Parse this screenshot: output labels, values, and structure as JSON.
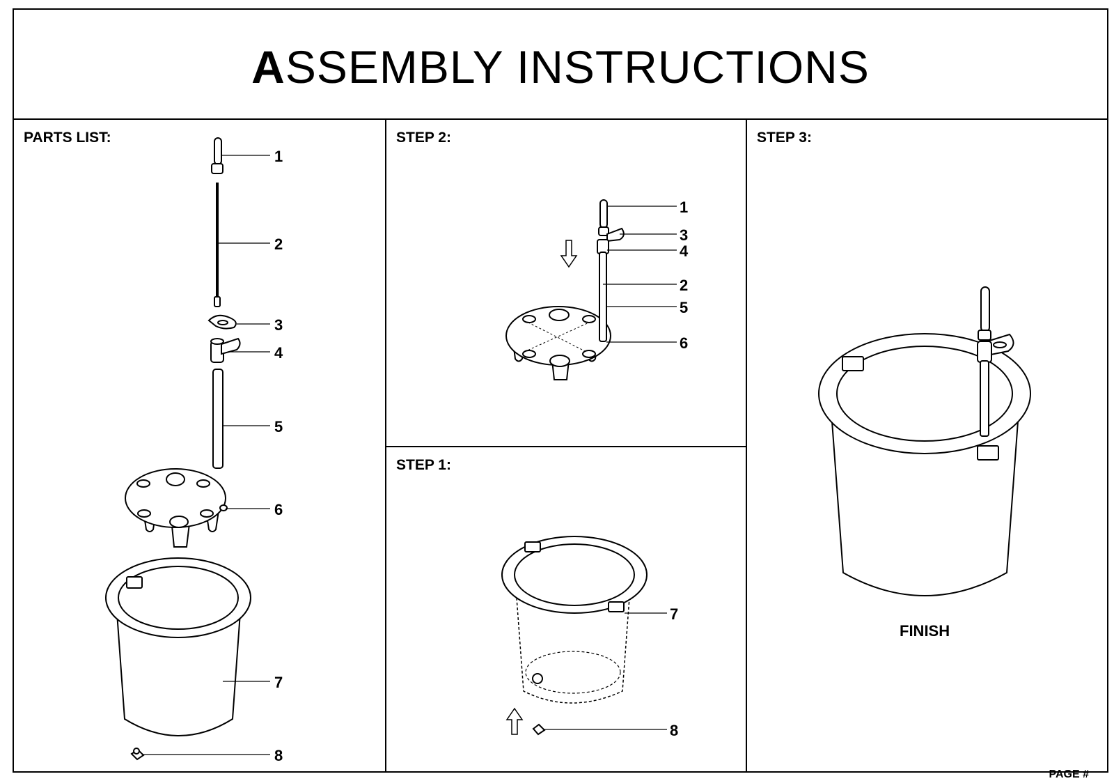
{
  "header": {
    "title_first": "A",
    "title_rest": "SSEMBLY INSTRUCTIONS"
  },
  "panels": {
    "parts": {
      "label": "PARTS LIST:"
    },
    "step2": {
      "label": "STEP 2:"
    },
    "step1": {
      "label": "STEP 1:"
    },
    "step3": {
      "label": "STEP 3:",
      "finish": "FINISH"
    }
  },
  "callouts": {
    "parts": [
      "1",
      "2",
      "3",
      "4",
      "5",
      "6",
      "7",
      "8"
    ],
    "step2": [
      "1",
      "3",
      "4",
      "2",
      "5",
      "6"
    ],
    "step1": [
      "7",
      "8"
    ]
  },
  "footer": {
    "page_label": "PAGE #"
  }
}
